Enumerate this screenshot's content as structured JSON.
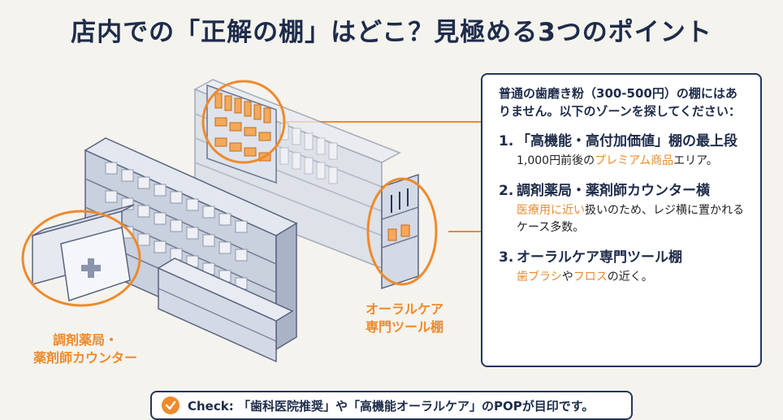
{
  "title": "店内での「正解の棚」はどこ？見極める3つのポイント",
  "labels": {
    "pharmacy_line1": "調剤薬局・",
    "pharmacy_line2": "薬剤師カウンター",
    "oral_line1": "オーラルケア",
    "oral_line2": "専門ツール棚"
  },
  "infobox": {
    "intro": "普通の歯磨き粉（300-500円）の棚にはありません。以下のゾーンを探してください：",
    "items": [
      {
        "num": "1.",
        "title": "「高機能・高付加価値」棚の最上段",
        "desc_pre": "1,000円前後の",
        "desc_hl": "プレミアム商品",
        "desc_post": "エリア。"
      },
      {
        "num": "2.",
        "title": "調剤薬局・薬剤師カウンター横",
        "desc_pre": "",
        "desc_hl": "医療用に近い",
        "desc_post": "扱いのため、レジ横に置かれるケース多数。"
      },
      {
        "num": "3.",
        "title": "オーラルケア専門ツール棚",
        "desc_hl1": "歯ブラシ",
        "desc_mid": "や",
        "desc_hl2": "フロス",
        "desc_post": "の近く。"
      }
    ]
  },
  "check": {
    "text": "Check: 「歯科医院推奨」や「高機能オーラルケア」のPOPが目印です。"
  },
  "colors": {
    "accent": "#ee8a2c",
    "navy": "#24365a",
    "shelf": "#c7cedd",
    "background": "#f4f3ee"
  },
  "icons": [
    "check-icon",
    "medical-cross-icon"
  ]
}
